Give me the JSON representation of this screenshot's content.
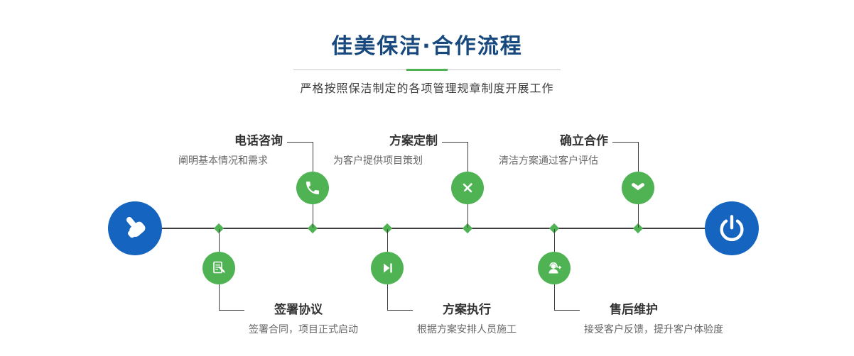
{
  "header": {
    "title": "佳美保洁·合作流程",
    "subtitle": "严格按照保洁制定的各项管理规章制度开展工作"
  },
  "flow": {
    "start_icon": "hand-pointer-icon",
    "end_icon": "power-icon",
    "steps_top": [
      {
        "title": "电话咨询",
        "desc": "阐明基本情况和需求",
        "icon": "phone-icon"
      },
      {
        "title": "方案定制",
        "desc": "为客户提供项目策划",
        "icon": "pencil-ruler-icon"
      },
      {
        "title": "确立合作",
        "desc": "清洁方案通过客户评估",
        "icon": "handshake-icon"
      }
    ],
    "steps_bottom": [
      {
        "title": "签署协议",
        "desc": "签署合同，项目正式启动",
        "icon": "contract-icon"
      },
      {
        "title": "方案执行",
        "desc": "根据方案安排人员施工",
        "icon": "play-step-icon"
      },
      {
        "title": "售后维护",
        "desc": "接受客户反馈，提升客户体验度",
        "icon": "headset-support-icon"
      }
    ]
  },
  "colors": {
    "accent_green": "#4fb353",
    "accent_blue": "#1565c0",
    "title_navy": "#17497e",
    "line_dark": "#3d3d3d"
  }
}
